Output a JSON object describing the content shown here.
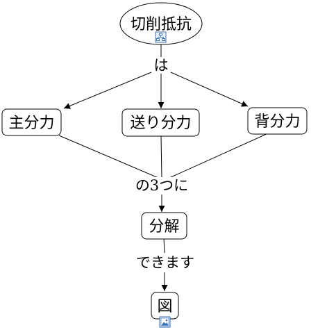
{
  "diagram": {
    "nodes": {
      "root": {
        "label": "切削抵抗",
        "icon": "hierarchy-icon"
      },
      "left": {
        "label": "主分力"
      },
      "center": {
        "label": "送り分力"
      },
      "right": {
        "label": "背分力"
      },
      "decompose": {
        "label": "分解"
      },
      "figure": {
        "label": "図",
        "icon": "image-icon"
      }
    },
    "links": {
      "wa": "は",
      "no3tsuni": "の3つに",
      "dekimasu": "できます"
    },
    "colors": {
      "stroke": "#000000",
      "background": "#ffffff",
      "icon_blue": "#3a6fb5"
    }
  }
}
